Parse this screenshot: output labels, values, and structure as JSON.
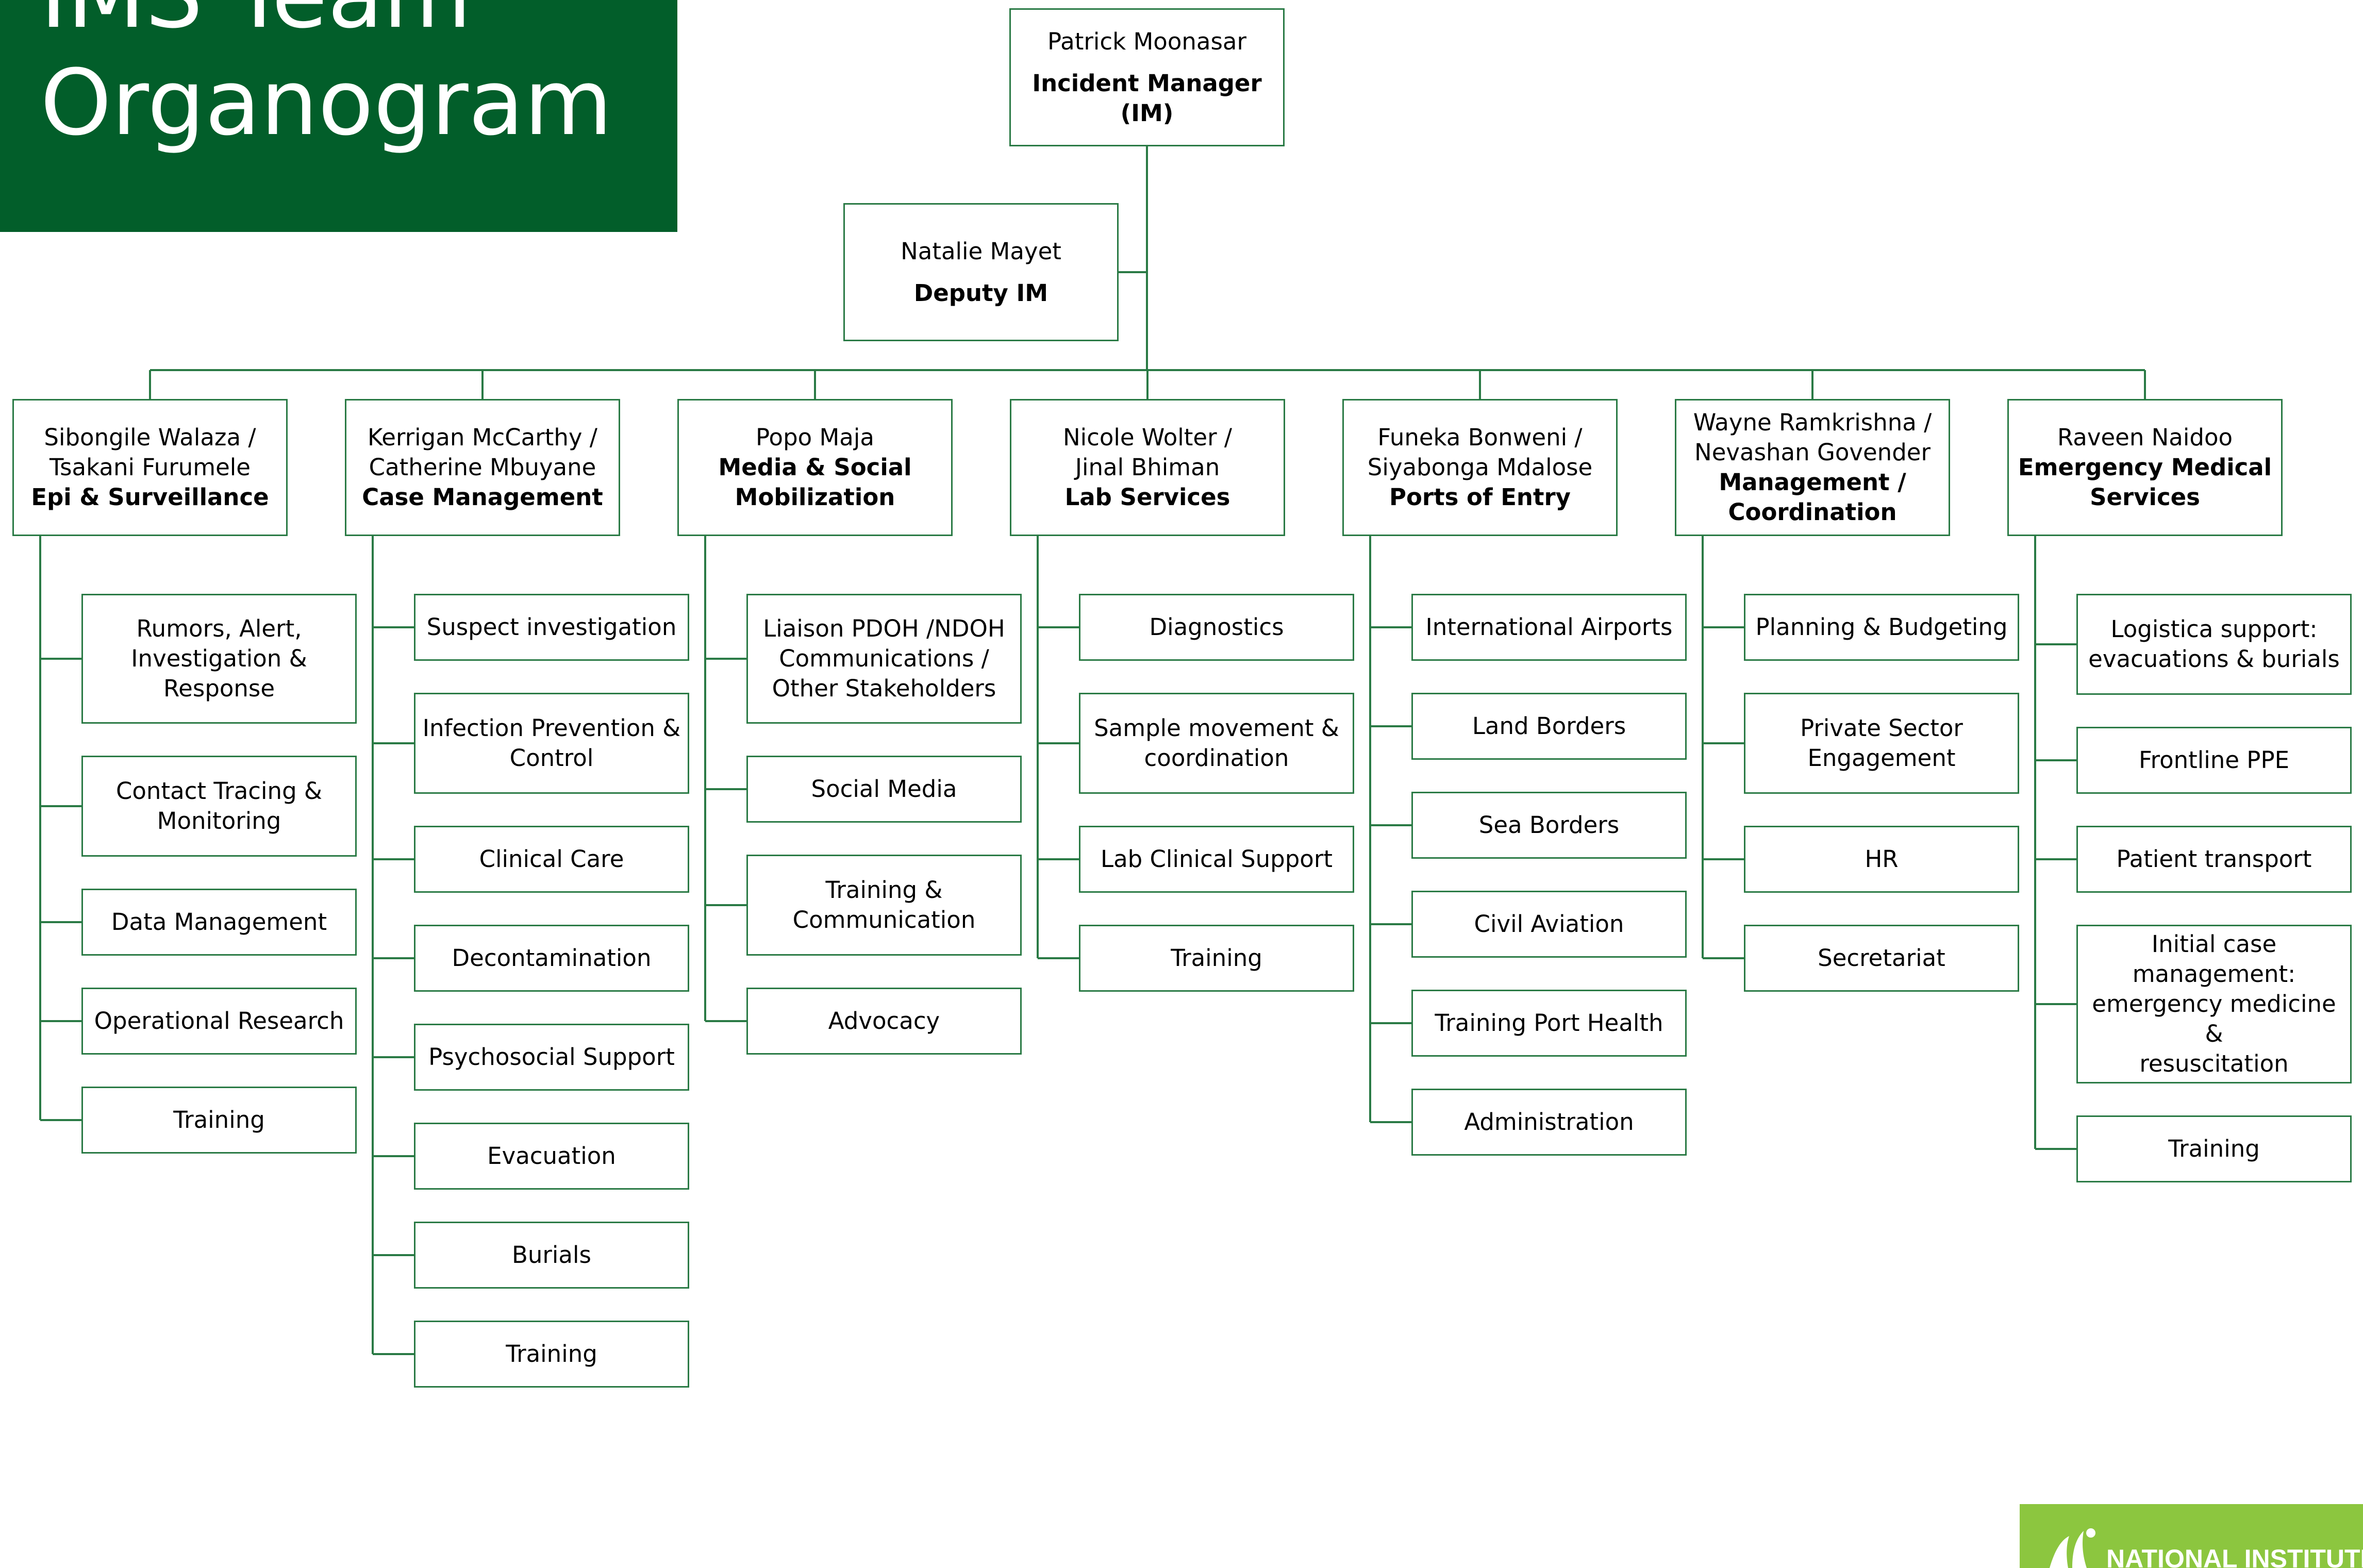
{
  "title": "IMS Team\nOrganogram",
  "incident_manager": {
    "name": "Patrick Moonasar",
    "role": "Incident Manager (IM)"
  },
  "deputy": {
    "name": "Natalie Mayet",
    "role": "Deputy IM"
  },
  "departments": [
    {
      "name": "Sibongile Walaza /\nTsakani Furumele",
      "role": "Epi & Surveillance",
      "subs": [
        "Rumors, Alert,\nInvestigation &\nResponse",
        "Contact Tracing &\nMonitoring",
        "Data Management",
        "Operational Research",
        "Training"
      ]
    },
    {
      "name": "Kerrigan McCarthy /\nCatherine Mbuyane",
      "role": "Case Management",
      "subs": [
        "Suspect investigation",
        "Infection Prevention &\nControl",
        "Clinical Care",
        "Decontamination",
        "Psychosocial Support",
        "Evacuation",
        "Burials",
        "Training"
      ]
    },
    {
      "name": "Popo Maja",
      "role": "Media & Social\nMobilization",
      "subs": [
        "Liaison PDOH /NDOH\nCommunications /\nOther Stakeholders",
        "Social Media",
        "Training &\nCommunication",
        "Advocacy"
      ]
    },
    {
      "name": "Nicole Wolter /\nJinal Bhiman",
      "role": "Lab Services",
      "subs": [
        "Diagnostics",
        "Sample movement &\ncoordination",
        "Lab Clinical Support",
        "Training"
      ]
    },
    {
      "name": "Funeka Bonweni /\nSiyabonga Mdalose",
      "role": "Ports of Entry",
      "subs": [
        "International Airports",
        "Land Borders",
        "Sea Borders",
        "Civil Aviation",
        "Training Port Health",
        "Administration"
      ]
    },
    {
      "name": "Wayne Ramkrishna /\nNevashan Govender",
      "role": "Management /\nCoordination",
      "subs": [
        "Planning & Budgeting",
        "Private Sector\nEngagement",
        "HR",
        "Secretariat"
      ]
    },
    {
      "name": "Raveen Naidoo",
      "role": "Emergency Medical\nServices",
      "subs": [
        "Logistica support:\nevacuations & burials",
        "Frontline PPE",
        "Patient transport",
        "Initial case\nmanagement:\nemergency medicine &\nresuscitation",
        "Training"
      ]
    }
  ],
  "logo": {
    "text": "NATIONAL INSTITUTE"
  },
  "colors": {
    "title_bg": "#025e2a",
    "line": "#2a7a45",
    "logo_bg": "#8cc63f"
  }
}
